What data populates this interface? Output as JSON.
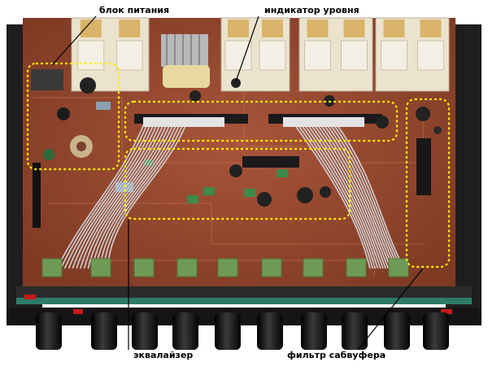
{
  "labels": {
    "power_supply": "блок питания",
    "level_indicator": "индикатор уровня",
    "equalizer": "эквалайзер",
    "subwoofer_filter": "фильтр сабвуфера"
  },
  "colors": {
    "board": "#9a4a2e",
    "highlight": "#ffee00",
    "chassis": "#1c1c1c",
    "connector": "#ece3cf",
    "trimmer": "#6f9a55",
    "knob": "#0e0e0e",
    "cable": "#cfd1d4"
  }
}
